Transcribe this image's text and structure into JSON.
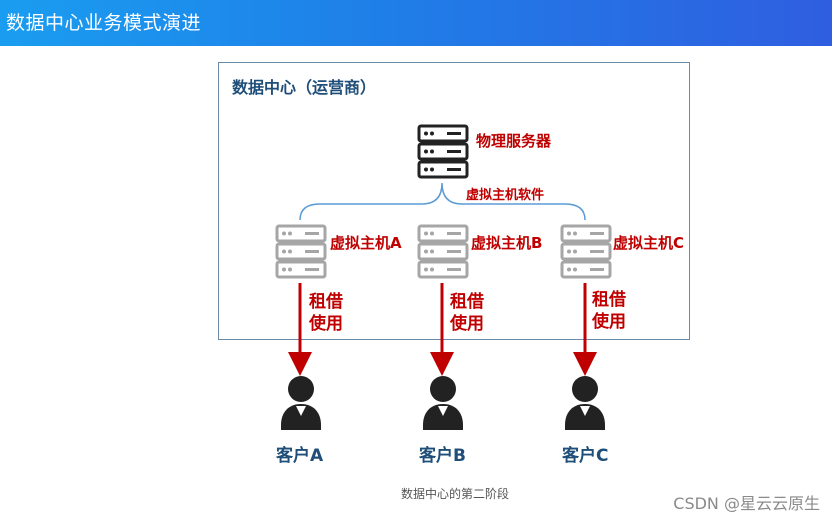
{
  "header": {
    "title": "数据中心业务模式演进"
  },
  "datacenter": {
    "label": "数据中心（运营商）"
  },
  "physical_server": {
    "label": "物理服务器"
  },
  "vm_software": {
    "label": "虚拟主机软件"
  },
  "virtual_hosts": [
    {
      "label": "虚拟主机A"
    },
    {
      "label": "虚拟主机B"
    },
    {
      "label": "虚拟主机C"
    }
  ],
  "rent_use": {
    "line1": "租借",
    "line2": "使用"
  },
  "clients": [
    {
      "label": "客户A"
    },
    {
      "label": "客户B"
    },
    {
      "label": "客户C"
    }
  ],
  "caption": "数据中心的第二阶段",
  "watermark": "CSDN @星云云原生",
  "colors": {
    "header_start": "#1a9df0",
    "header_end": "#2f5ee0",
    "accent_red": "#c00000",
    "navy": "#1f4e79",
    "bracket_blue": "#5b9bd5",
    "server_dark": "#222222",
    "server_gray": "#a6a6a6"
  }
}
